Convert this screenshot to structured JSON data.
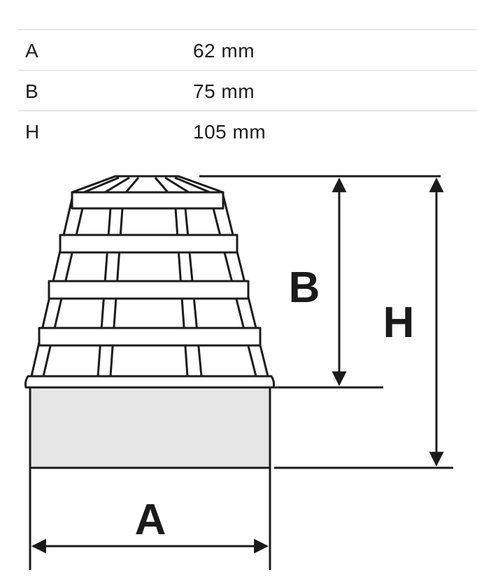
{
  "specs": [
    {
      "key": "A",
      "value": "62 mm"
    },
    {
      "key": "B",
      "value": "75 mm"
    },
    {
      "key": "H",
      "value": "105 mm"
    }
  ],
  "diagram": {
    "label_a": "A",
    "label_b": "B",
    "label_h": "H",
    "line_color": "#1b1b1b",
    "base_fill": "#e6e6e6"
  }
}
